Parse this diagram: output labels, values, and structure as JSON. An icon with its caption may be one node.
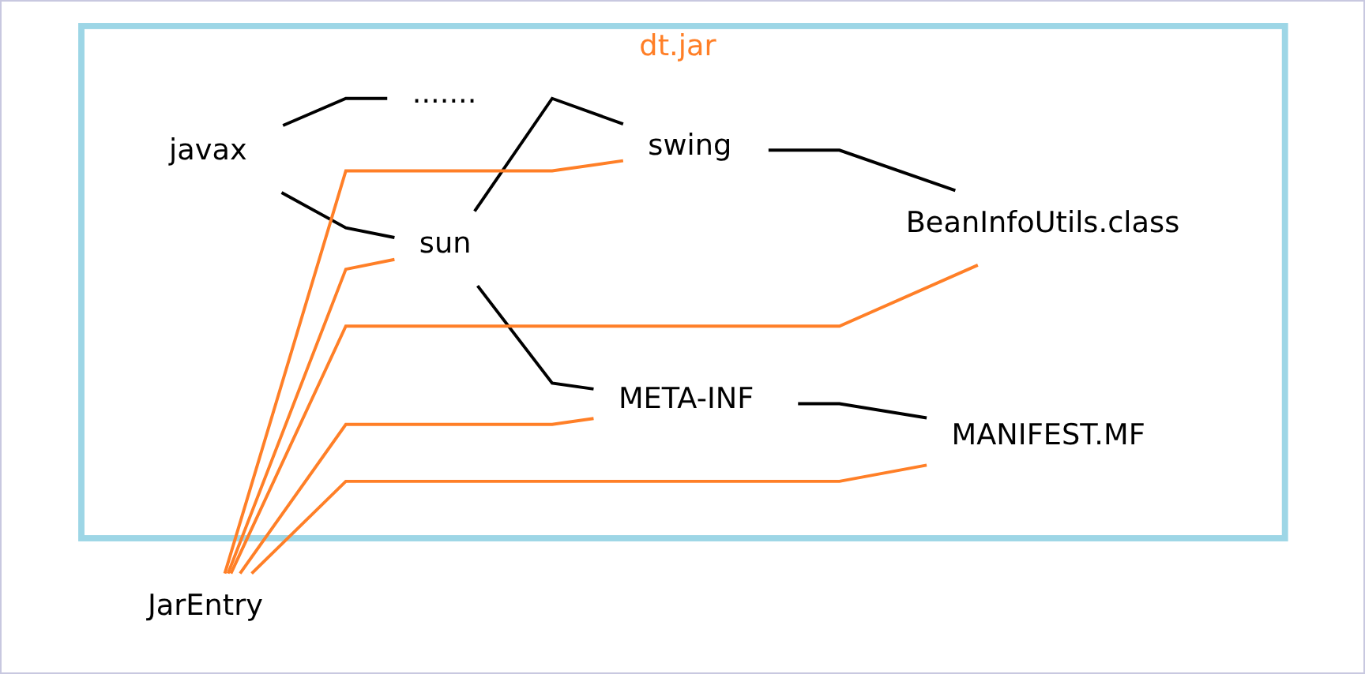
{
  "diagram": {
    "nodes": [
      {
        "text": [
          "dt.jar"
        ]
      },
      {
        "text": [
          "javax"
        ],
        "in": 0
      },
      {
        "text": [
          "......."
        ],
        "in": 0
      },
      {
        "text": [
          "sun"
        ],
        "in": 0
      },
      {
        "text": [
          "swing"
        ],
        "in": 0
      },
      {
        "text": [
          "BeanInfoUtils.class"
        ],
        "in": 0
      },
      {
        "text": [
          "META-INF"
        ],
        "in": 0
      },
      {
        "text": [
          "MANIFEST.MF"
        ],
        "in": 0
      },
      {
        "text": [
          "JarEntry"
        ]
      }
    ],
    "edges": [
      {
        "from": 1,
        "to": 2,
        "arrow": "none"
      },
      {
        "from": 1,
        "to": 3,
        "arrow": "none"
      },
      {
        "from": 3,
        "to": 4,
        "arrow": "none"
      },
      {
        "from": 4,
        "to": 5,
        "arrow": "none"
      },
      {
        "from": 3,
        "to": 6,
        "arrow": "none"
      },
      {
        "from": 6,
        "to": 7,
        "arrow": "none"
      },
      {
        "from": 8,
        "to": 3,
        "arrow": "none",
        "color": "#ff7f27"
      },
      {
        "from": 8,
        "to": 4,
        "arrow": "none",
        "color": "#ff7f27"
      },
      {
        "from": 8,
        "to": 5,
        "arrow": "none",
        "color": "#ff7f27"
      },
      {
        "from": 8,
        "to": 6,
        "arrow": "none",
        "color": "#ff7f27"
      },
      {
        "from": 8,
        "to": 7,
        "arrow": "none",
        "color": "#ff7f27"
      }
    ]
  }
}
